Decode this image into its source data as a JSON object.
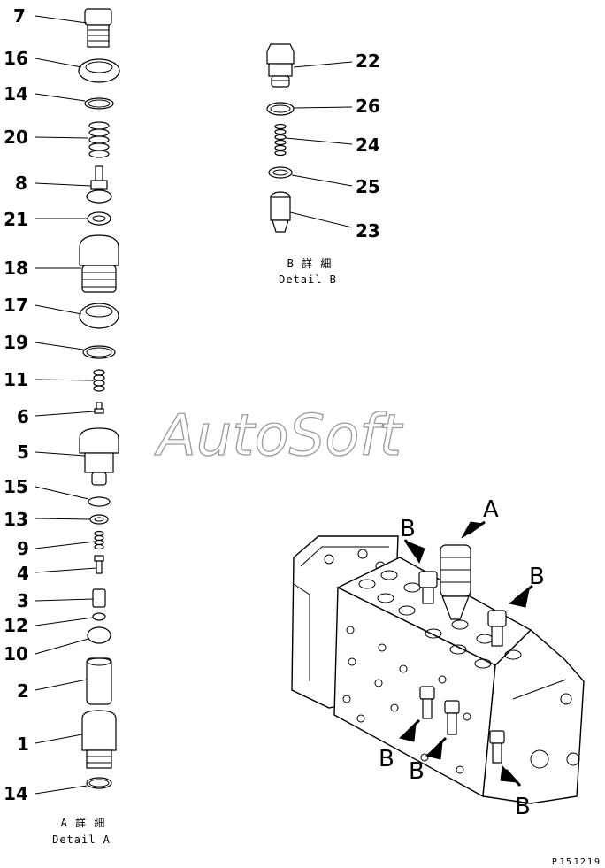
{
  "detail_a": {
    "callouts": [
      "7",
      "16",
      "14",
      "20",
      "8",
      "21",
      "18",
      "17",
      "19",
      "11",
      "6",
      "5",
      "15",
      "13",
      "9",
      "4",
      "3",
      "12",
      "10",
      "2",
      "1",
      "14"
    ],
    "caption_jp": "A 詳 細",
    "caption_en": "Detail A"
  },
  "detail_b": {
    "callouts": [
      "22",
      "26",
      "24",
      "25",
      "23"
    ],
    "caption_jp": "B 詳 細",
    "caption_en": "Detail B"
  },
  "assembly": {
    "views": [
      "A",
      "B",
      "B",
      "B",
      "B",
      "B"
    ]
  },
  "watermark": "AutoSoft",
  "drawing_code": "PJ5J219"
}
